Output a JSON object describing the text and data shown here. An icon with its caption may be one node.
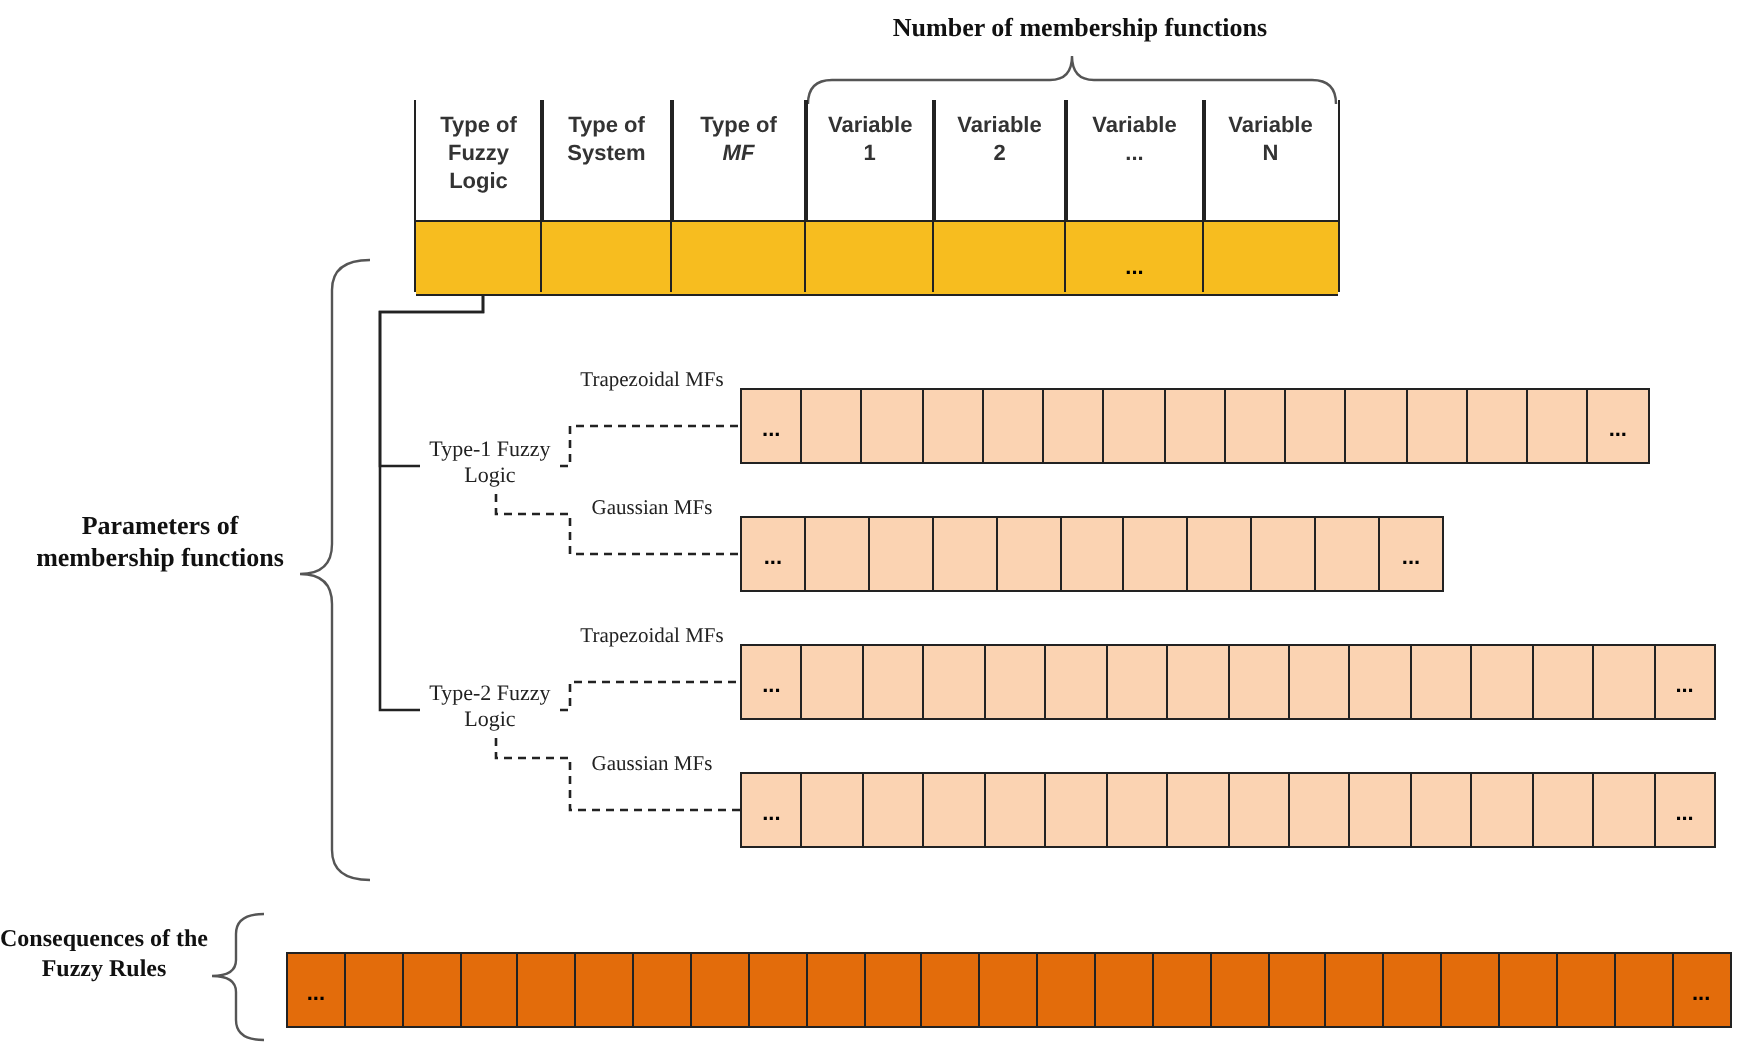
{
  "diagram": {
    "nodes": [
      {
        "text": [
          "Type of Fuzzy Logic"
        ]
      },
      {
        "text": [
          "Type of System"
        ]
      },
      {
        "text": [
          "Type of *MF*"
        ]
      },
      {
        "text": [
          "Variable 1"
        ]
      },
      {
        "text": [
          "Variable 2"
        ]
      },
      {
        "text": [
          "Variable ...",
          "..."
        ]
      },
      {
        "text": [
          "Variable N"
        ]
      },
      {
        "text": [
          "Type-1 Fuzzy Logic"
        ]
      },
      {
        "text": [
          "Type-2 Fuzzy Logic"
        ]
      },
      {
        "text": [
          "...",
          "..."
        ]
      },
      {
        "text": [
          "...",
          "..."
        ]
      },
      {
        "text": [
          "...",
          "..."
        ]
      },
      {
        "text": [
          "...",
          "..."
        ]
      },
      {
        "text": [
          "...",
          "..."
        ]
      }
    ],
    "edges": [
      {
        "from": 0,
        "to": 7,
        "arrow": "none"
      },
      {
        "from": 0,
        "to": 8,
        "arrow": "none"
      },
      {
        "from": 7,
        "to": 9,
        "arrow": "none",
        "label": "Trapezoidal MFs",
        "style": "dashed"
      },
      {
        "from": 7,
        "to": 10,
        "arrow": "none",
        "label": "Gaussian MFs",
        "style": "dashed"
      },
      {
        "from": 8,
        "to": 11,
        "arrow": "none",
        "label": "Trapezoidal MFs",
        "style": "dashed"
      },
      {
        "from": 8,
        "to": 12,
        "arrow": "none",
        "label": "Gaussian MFs",
        "style": "dashed"
      }
    ],
    "labels": [
      "Number of membership functions",
      "Parameters of membership functions",
      "Consequences of the Fuzzy Rules"
    ]
  }
}
